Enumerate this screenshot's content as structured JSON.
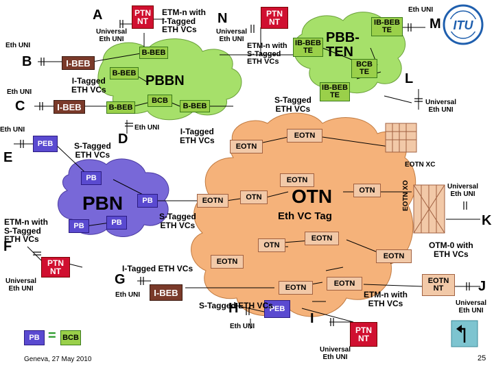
{
  "nodes": {
    "A": "A",
    "B": "B",
    "C": "C",
    "D": "D",
    "E": "E",
    "F": "F",
    "G": "G",
    "H": "H",
    "I": "I",
    "J": "J",
    "K": "K",
    "L": "L",
    "M": "M",
    "N": "N"
  },
  "clouds": {
    "pbbn": "PBBN",
    "pbb_ten": "PBB-\nTEN",
    "pbn": "PBN",
    "otn": "OTN"
  },
  "boxes": {
    "ptn_a": "PTN\nNT",
    "ptn_n": "PTN\nNT",
    "ptn_f": "PTN\nNT",
    "ptn_i": "PTN\nNT",
    "ibeb_b": "I-BEB",
    "ibeb_c": "I-BEB",
    "ibeb_g": "I-BEB",
    "ibeb_top": "IB-BEB\nTE",
    "ibeb_mid": "IB-BEB\nTE",
    "ibeb_low": "IB-BEB\nTE",
    "bcb_ten": "BCB\nTE",
    "bbeb_1": "B-BEB",
    "bbeb_2": "B-BEB",
    "bbeb_3": "B-BEB",
    "bbeb_4": "B-BEB",
    "bcb_pbbn": "BCB",
    "peb_e": "PEB",
    "peb_h": "PEB",
    "pb_1": "PB",
    "pb_2": "PB",
    "pb_3": "PB",
    "pb_4": "PB",
    "pb_legend": "PB",
    "bcb_legend": "BCB",
    "eotn_1": "EOTN",
    "eotn_2": "EOTN",
    "eotn_3": "EOTN",
    "eotn_4": "EOTN",
    "eotn_5": "EOTN",
    "eotn_6": "EOTN",
    "eotn_7": "EOTN",
    "eotn_8": "EOTN",
    "eotn_9": "EOTN",
    "otn_1": "OTN",
    "otn_2": "OTN",
    "otn_3": "OTN",
    "eotn_nt": "EOTN\nNT"
  },
  "labels": {
    "universal_eth_uni_a": "Universal\nEth UNI",
    "etm_itagged_a": "ETM-n with\nI-Tagged\nETH VCs",
    "universal_eth_uni_n": "Universal\nEth UNI",
    "etm_stagged_n": "ETM-n with\nS-Tagged\nETH VCs",
    "eth_uni_m": "Eth UNI",
    "eth_uni_b": "Eth UNI",
    "itagged_b": "I-Tagged\nETH VCs",
    "eth_uni_c": "Eth UNI",
    "stagged_ten": "S-Tagged\nETH VCs",
    "universal_eth_uni_l": "Universal\nEth UNI",
    "eth_uni_e": "Eth UNI",
    "eth_uni_d": "Eth UNI",
    "stagged_d": "S-Tagged\nETH VCs",
    "itagged_d": "I-Tagged\nETH VCs",
    "eotn_xc": "EOTN XC",
    "eotn_xo": "EOTN XO",
    "universal_eth_uni_k": "Universal\nEth UNI",
    "etm_stagged_left": "ETM-n with\nS-Tagged\nETH VCs",
    "stagged_mid": "S-Tagged\nETH VCs",
    "eth_vc_tag": "Eth VC Tag",
    "otm_etn": "OTM-0 with\nETH VCs",
    "universal_eth_uni_f": "Universal\nEth UNI",
    "itagged_g": "I-Tagged ETH VCs",
    "etm_n_eth_vcs": "ETM-n with\nETH VCs",
    "universal_eth_uni_j": "Universal\nEth UNI",
    "eth_uni_g": "Eth UNI",
    "stagged_h": "S-Tagged ETH VCs",
    "eth_uni_h": "Eth UNI",
    "universal_eth_uni_i": "Universal\nEth UNI",
    "legend_equals": "=",
    "footer_date": "Geneva, 27 May 2010",
    "page_number": "25"
  },
  "colors": {
    "green_cloud": "#a6e06a",
    "purple_cloud": "#7868d8",
    "orange_cloud": "#f5b27a",
    "ptn_red": "#d01030",
    "itu_blue": "#1f5fae"
  }
}
